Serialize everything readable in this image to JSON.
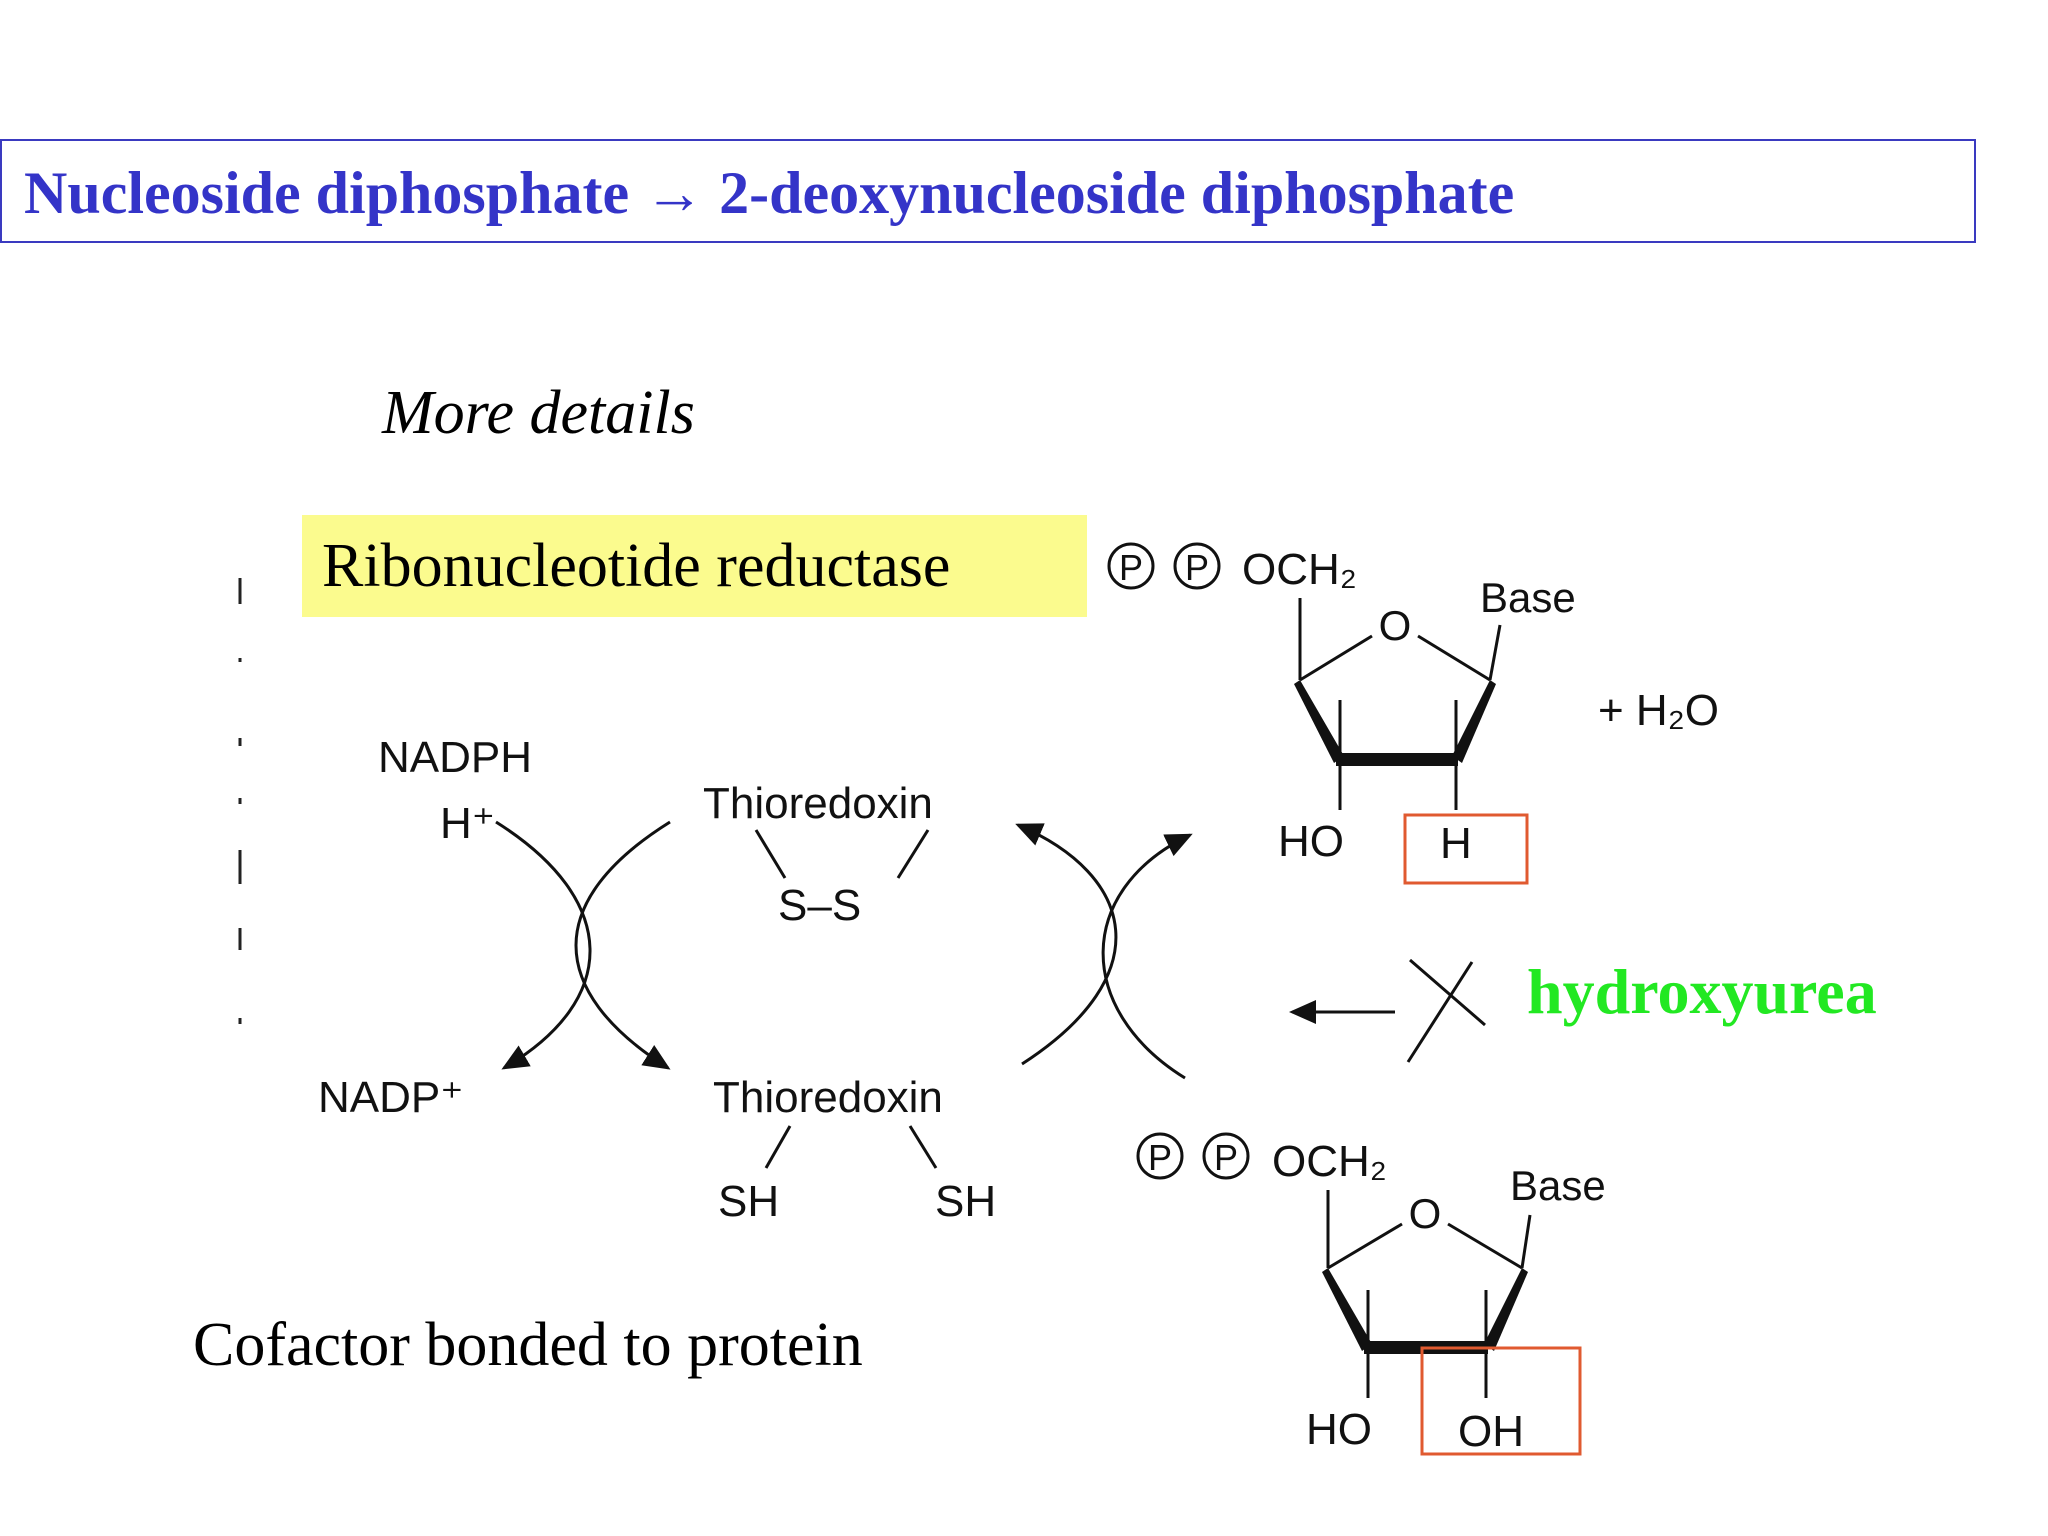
{
  "title": "Nucleoside diphosphate → 2-deoxynucleoside diphosphate",
  "subtitle": "More details",
  "enzyme": "Ribonucleotide reductase",
  "cofactor_note": "Cofactor bonded to protein",
  "inhibitor": "hydroxyurea",
  "left_cycle": {
    "nadph": "NADPH",
    "h_plus": "H⁺",
    "nadp_plus": "NADP⁺"
  },
  "thioredoxin_ox": {
    "name": "Thioredoxin",
    "bond": "S–S"
  },
  "thioredoxin_red": {
    "name": "Thioredoxin",
    "sh_left": "SH",
    "sh_right": "SH"
  },
  "product": {
    "phosphate1": "P",
    "phosphate2": "P",
    "och2": "OCH₂",
    "ring_o": "O",
    "base": "Base",
    "ho": "HO",
    "h": "H",
    "water": "+ H₂O"
  },
  "substrate": {
    "phosphate1": "P",
    "phosphate2": "P",
    "och2": "OCH₂",
    "ring_o": "O",
    "base": "Base",
    "ho": "HO",
    "oh": "OH"
  },
  "colors": {
    "title": "#3434c8",
    "enzyme_highlight": "#fbfb8e",
    "inhibitor": "#22e822",
    "highlight_box": "#e05a30"
  }
}
